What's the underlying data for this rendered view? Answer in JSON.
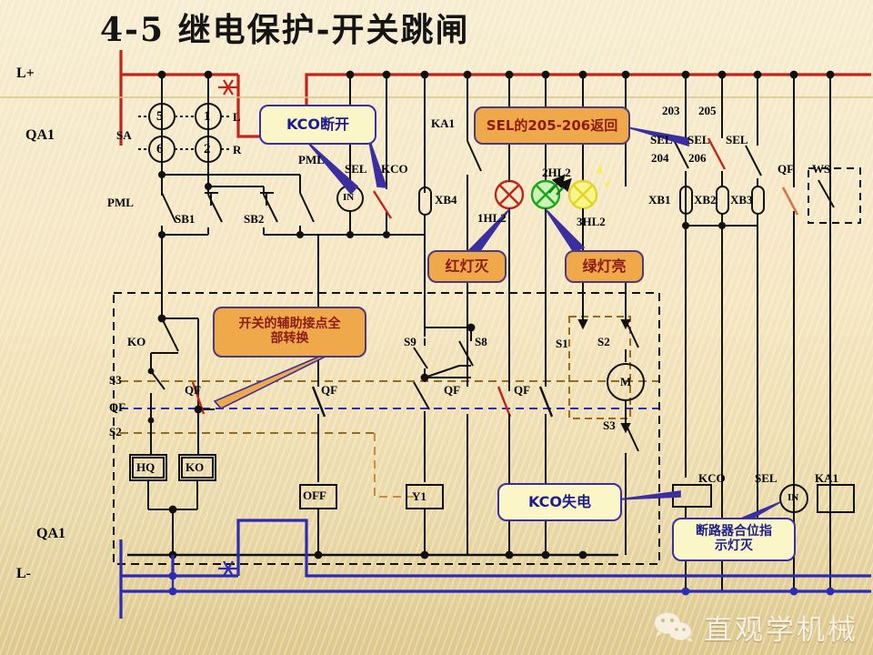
{
  "page": {
    "title": "4-5  继电保护-开关跳闸",
    "bg_color": "#f2e3bb"
  },
  "colors": {
    "positive_bus": "#c0241a",
    "negative_bus": "#2b2bb5",
    "wire": "#111111",
    "dash_brown": "#9a6b1e",
    "dash_blue": "#2b2bb5",
    "callout_yellow": "#fbf6c8",
    "callout_orange": "#f0a94a",
    "callout_border": "#3b2fa0",
    "red_lamp": "#c0241a",
    "green_lamp": "#19a819",
    "yellow_lamp": "#f2ea3a"
  },
  "buses": {
    "positive_label": "L+",
    "negative_label": "L-",
    "breaker_top_label": "QA1",
    "breaker_bottom_label": "QA1"
  },
  "callouts": [
    {
      "id": "kco-open",
      "text": "KCO断开",
      "style": "yellow"
    },
    {
      "id": "sel-205-206",
      "text": "SEL的205-206返回",
      "style": "orange"
    },
    {
      "id": "red-lamp-off",
      "text": "红灯灭",
      "style": "orange"
    },
    {
      "id": "green-lamp-on",
      "text": "绿灯亮",
      "style": "orange"
    },
    {
      "id": "aux-contacts",
      "text": "开关的辅助接点全\n部转换",
      "style": "orange"
    },
    {
      "id": "kco-no-power",
      "text": "KCO失电",
      "style": "yellow"
    },
    {
      "id": "breaker-closed-lamp-off",
      "text": "断路器合位指\n示灯灭",
      "style": "yellow"
    }
  ],
  "labels": {
    "sa": "SA",
    "sa_contacts": [
      "5",
      "1",
      "6",
      "2"
    ],
    "sa_left": "L",
    "sa_right": "R",
    "pml_left": "PML",
    "pml_right": "PML",
    "sb1": "SB1",
    "sb2": "SB2",
    "in_left": "IN",
    "sel_left": "SEL",
    "kco_left": "KCO",
    "xb4": "XB4",
    "ka1_top": "KA1",
    "lamp_1hl2": "1HL2",
    "lamp_2hl2": "2HL2",
    "lamp_3hl2": "3HL2",
    "term_203": "203",
    "term_205": "205",
    "term_204": "204",
    "term_206": "206",
    "sel_a": "SEL",
    "sel_b": "SEL",
    "sel_c": "SEL",
    "xb1": "XB1",
    "xb2": "XB2",
    "xb3": "XB3",
    "qf_right": "QF",
    "ws": "WS",
    "ko_upper": "KO",
    "s3_upper": "S3",
    "qf_mid_left": "QF",
    "s2_lower": "S2",
    "qf_a": "QF",
    "qf_b": "QF",
    "qf_c": "QF",
    "qf_d": "QF",
    "hq": "HQ",
    "ko_coil": "KO",
    "off": "OFF",
    "y1": "Y1",
    "s9": "S9",
    "s8": "S8",
    "s1": "S1",
    "s2_motor": "S2",
    "s3_motor": "S3",
    "motor": "M",
    "kco_coil": "KCO",
    "sel_coil": "SEL",
    "in_right": "IN",
    "ka1_coil": "KA1"
  },
  "watermark": {
    "text": "直观学机械",
    "icon": "wechat-icon"
  }
}
